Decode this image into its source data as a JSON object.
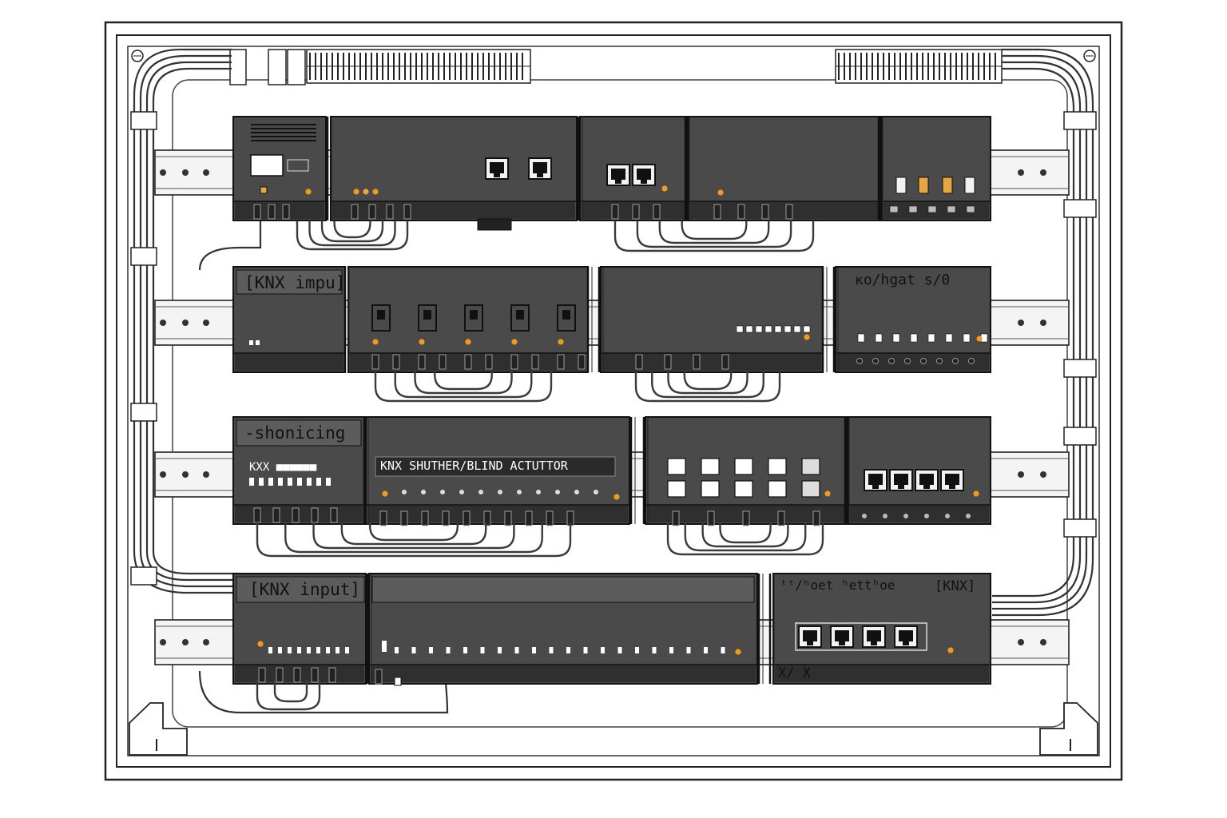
{
  "diagram": {
    "subject": "KNX distribution cabinet with DIN rail modules",
    "colors": {
      "module_body": "#4a4a4a",
      "module_dark": "#2f2f2f",
      "module_top": "#5c5c5c",
      "outline": "#111111",
      "rail": "#f4f4f4",
      "led_orange": "#f29a1a",
      "led_amber": "#e7a640",
      "cable": "#3a3a3a",
      "frame": "#222222"
    },
    "rows": [
      {
        "labels": [],
        "modules": [
          {
            "kind": "power-supply",
            "icons": [
              "vent-icon",
              "display-icon"
            ]
          },
          {
            "kind": "ip-interface",
            "icons": [
              "rj45-port-icon",
              "rj45-port-icon"
            ]
          },
          {
            "kind": "ip-router",
            "icons": [
              "rj45-port-icon",
              "rj45-port-icon"
            ]
          },
          {
            "kind": "blank"
          },
          {
            "kind": "switch-actuator",
            "icons": [
              "toggle-icon"
            ]
          }
        ]
      },
      {
        "labels": [
          "[KNX impu]",
          "κo/hgat s/0"
        ],
        "modules": [
          {
            "kind": "input-module"
          },
          {
            "kind": "relay-actuator",
            "channels": 5
          },
          {
            "kind": "binary-input",
            "terminals": 8
          },
          {
            "kind": "terminal-block",
            "terminals": 8
          }
        ]
      },
      {
        "labels": [
          "-shonicing",
          "KXX ■■■■■■",
          "KNX SHUTHER/BLIND ACTUTTOR"
        ],
        "modules": [
          {
            "kind": "sensing-module"
          },
          {
            "kind": "shutter-blind-actuator",
            "terminals": 12
          },
          {
            "kind": "push-button-module",
            "buttons": 10
          },
          {
            "kind": "ethernet-switch",
            "icons": [
              "rj45-port-icon",
              "rj45-port-icon",
              "rj45-port-icon",
              "rj45-port-icon"
            ]
          }
        ]
      },
      {
        "labels": [
          "[KNX input]",
          "ᵗᵗ/ʰoet ʰettʰoe",
          "[KNX]",
          "X/ X"
        ],
        "modules": [
          {
            "kind": "input-module",
            "terminals": 8
          },
          {
            "kind": "wide-actuator",
            "terminals": 20
          },
          {
            "kind": "ethernet-switch",
            "icons": [
              "rj45-port-icon",
              "rj45-port-icon",
              "rj45-port-icon",
              "rj45-port-icon"
            ]
          }
        ]
      }
    ]
  }
}
